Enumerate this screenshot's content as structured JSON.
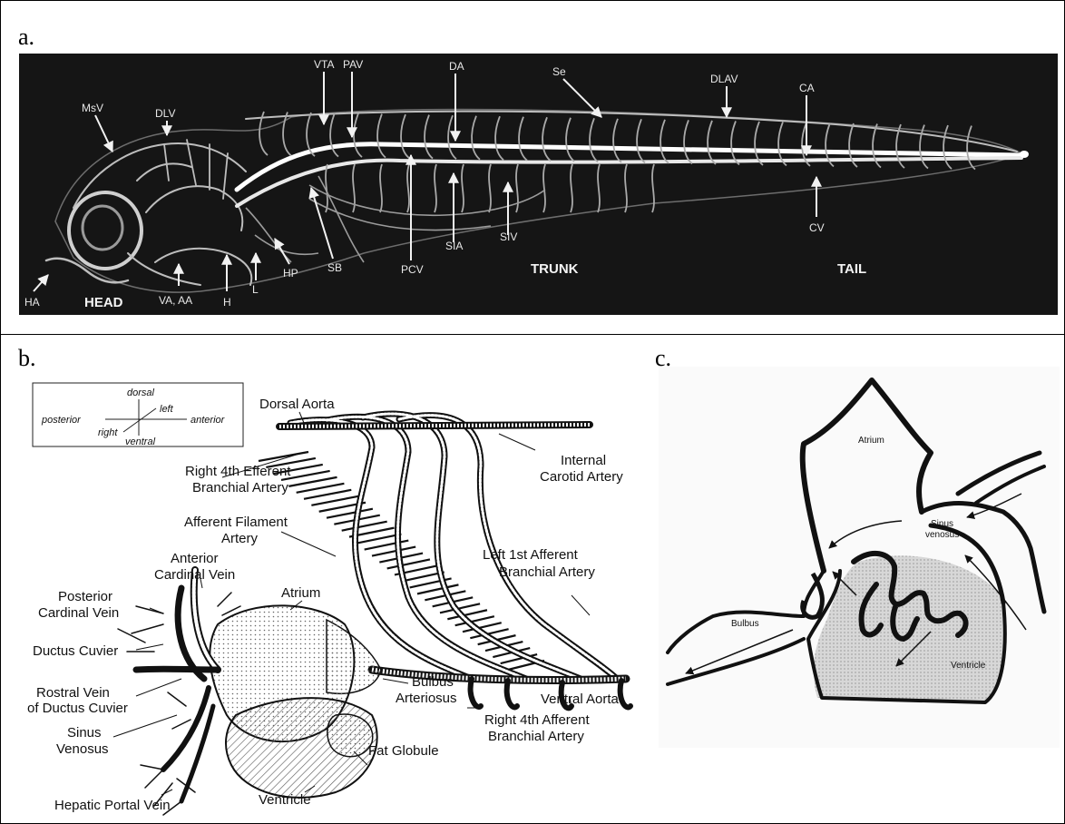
{
  "panels": {
    "a": {
      "label": "a."
    },
    "b": {
      "label": "b."
    },
    "c": {
      "label": "c."
    }
  },
  "panel_a_labels": {
    "VTA": "VTA",
    "PAV": "PAV",
    "DA": "DA",
    "Se": "Se",
    "DLAV": "DLAV",
    "CA": "CA",
    "DLV": "DLV",
    "MsV": "MsV",
    "CV": "CV",
    "SIV": "SIV",
    "SIA": "SIA",
    "PCV": "PCV",
    "SB": "SB",
    "HP": "HP",
    "L": "L",
    "H": "H",
    "VA_AA": "VA, AA",
    "HA": "HA",
    "HEAD": "HEAD",
    "TRUNK": "TRUNK",
    "TAIL": "TAIL"
  },
  "orientation": {
    "dorsal": "dorsal",
    "left": "left",
    "posterior": "posterior",
    "anterior": "anterior",
    "right": "right",
    "ventral": "ventral"
  },
  "panel_b_labels": {
    "dorsal_aorta": "Dorsal Aorta",
    "internal_carotid_1": "Internal",
    "internal_carotid_2": "Carotid Artery",
    "r4_efferent_1": "Right 4th Efferent",
    "r4_efferent_2": "Branchial Artery",
    "afferent_filament_1": "Afferent Filament",
    "afferent_filament_2": "Artery",
    "anterior_cardinal_1": "Anterior",
    "anterior_cardinal_2": "Cardinal Vein",
    "l1_afferent_1": "Left 1st Afferent",
    "l1_afferent_2": "Branchial Artery",
    "posterior_cardinal_1": "Posterior",
    "posterior_cardinal_2": "Cardinal Vein",
    "atrium": "Atrium",
    "ductus_cuvier": "Ductus Cuvier",
    "rostral_vein_1": "Rostral Vein",
    "rostral_vein_2": "of Ductus Cuvier",
    "sinus_venosus_1": "Sinus",
    "sinus_venosus_2": "Venosus",
    "bulbus_1": "Bulbus",
    "bulbus_2": "Arteriosus",
    "ventral_aorta": "Ventral Aorta",
    "r4_afferent_1": "Right 4th Afferent",
    "r4_afferent_2": "Branchial Artery",
    "fat_globule": "Fat Globule",
    "hepatic_portal": "Hepatic Portal Vein",
    "ventricle": "Ventricle"
  },
  "panel_c_labels": {
    "atrium": "Atrium",
    "sinus_1": "Sinus",
    "sinus_2": "venosus",
    "bulbus": "Bulbus",
    "ventricle": "Ventricle"
  }
}
